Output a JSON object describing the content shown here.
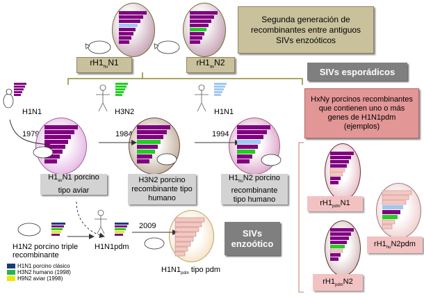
{
  "title_box": "Segunda generación de recombinantes entre antiguos SIVs enzoóticos",
  "recombinants_top": [
    {
      "prefix": "rH1",
      "sub": "hu",
      "suffix": "N1"
    },
    {
      "prefix": "rH1",
      "sub": "av",
      "suffix": "N2"
    }
  ],
  "sporadic_title": "SIVs esporádicos",
  "hxny_box": "HxNy porcinos recombinantes que contienen uno o más genes de H1N1pdm (ejemplos)",
  "hosts": {
    "h1n1_left": "H1N1",
    "h3n2": "H3N2",
    "h1n1_right": "H1N1"
  },
  "years": {
    "y1979": "1979",
    "y1984": "1984",
    "y1994": "1994",
    "y2009": "2009"
  },
  "lineage": {
    "h1avn1": {
      "prefix": "H1",
      "sub": "av",
      "suffix": "N1 porcino",
      "line2": "tipo aviar"
    },
    "h3n2": "H3N2 porcino recombinante tipo humano",
    "h1hun2": {
      "prefix": "H1",
      "sub": "hu",
      "suffix": "N2 porcino",
      "line2": "recombinante",
      "line3": "tipo humano"
    }
  },
  "enzootic_title": "SIVs enzoótico",
  "triple_label": "H1N2 porcino triple recombinante",
  "h1n1pdm_label": "H1N1pdm",
  "h1n1pdm_tipo": {
    "prefix": "H1N1",
    "sub": "pdm",
    "suffix": " tipo pdm"
  },
  "sporadic_examples": [
    {
      "prefix": "rH1",
      "sub": "pdm",
      "suffix": "N1"
    },
    {
      "prefix": "rH1",
      "sub": "hu",
      "suffix": "N2pdm"
    },
    {
      "prefix": "rH1",
      "sub": "pdm",
      "suffix": "N2"
    }
  ],
  "legend": [
    {
      "label": "H1N1 porcino clásico",
      "color": "#1a3a7a"
    },
    {
      "label": "H3N2 humano (1998)",
      "color": "#2ab34a"
    },
    {
      "label": "H9N2 aviar (1998)",
      "color": "#e8e800"
    }
  ],
  "colors": {
    "purple": "#800080",
    "lightblue": "#a0c8f0",
    "green": "#22cc22",
    "salmon": "#e8a8a8",
    "darkgreen": "#2a8a2a"
  }
}
